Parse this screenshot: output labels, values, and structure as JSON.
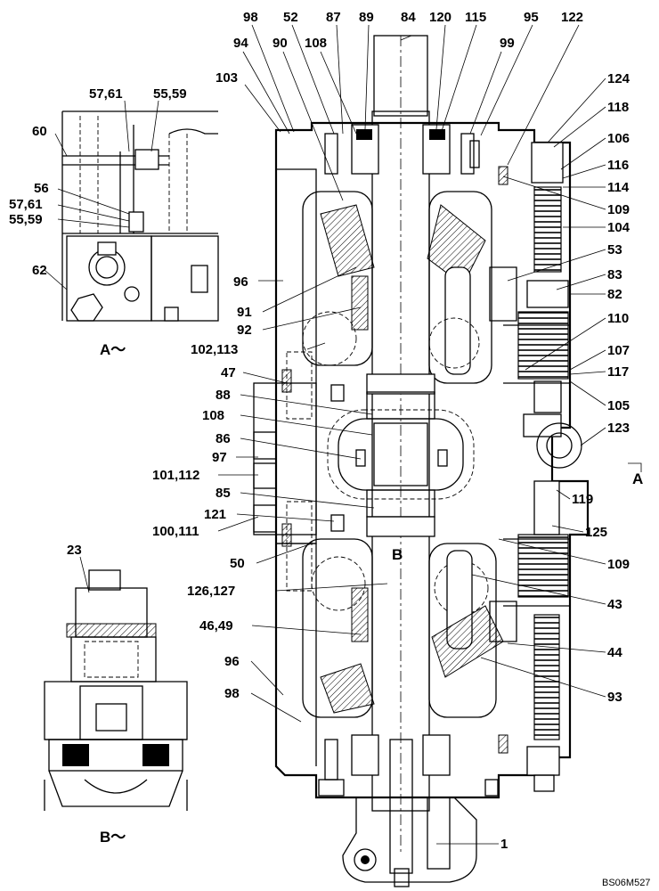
{
  "drawing_code": "BS06M527",
  "views": {
    "view_a_label": "A～",
    "view_b_label": "B～",
    "section_a_marker": "A",
    "section_b_marker": "B"
  },
  "callouts": {
    "top": [
      "98",
      "52",
      "87",
      "89",
      "84",
      "120",
      "115",
      "95",
      "122"
    ],
    "top_row2": [
      "94",
      "90",
      "108",
      "99"
    ],
    "left": [
      "103",
      "96",
      "91",
      "92",
      "102,113",
      "47",
      "88",
      "108",
      "86",
      "97",
      "101,112",
      "85",
      "121",
      "100,111",
      "50",
      "126,127",
      "46,49",
      "96",
      "98"
    ],
    "right": [
      "124",
      "118",
      "106",
      "116",
      "114",
      "109",
      "104",
      "53",
      "83",
      "82",
      "110",
      "107",
      "117",
      "105",
      "123",
      "119",
      "125",
      "109",
      "43",
      "44",
      "93"
    ],
    "bottom": [
      "1"
    ],
    "view_a": [
      "57,61",
      "55,59",
      "60",
      "56",
      "57,61",
      "55,59",
      "62"
    ],
    "view_b": [
      "23"
    ]
  }
}
